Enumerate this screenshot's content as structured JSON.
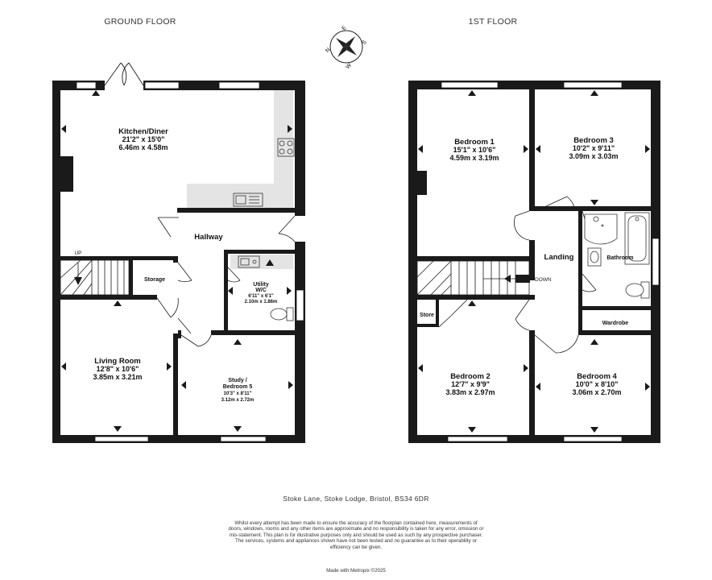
{
  "floors": {
    "ground": {
      "title": "GROUND FLOOR"
    },
    "first": {
      "title": "1ST FLOOR"
    }
  },
  "compass": {
    "labels": [
      "N",
      "E",
      "S",
      "W"
    ]
  },
  "rooms": {
    "kitchen": {
      "name": "Kitchen/Diner",
      "imperial": "21'2\"  x 15'0\"",
      "metric": "6.46m  x 4.58m"
    },
    "hallway": {
      "name": "Hallway"
    },
    "storage": {
      "name": "Storage"
    },
    "utility": {
      "name": "Utility",
      "name2": "W/C",
      "imperial": "6'11\"  x 6'1\"",
      "metric": "2.10m  x 1.86m"
    },
    "living": {
      "name": "Living Room",
      "imperial": "12'8\"  x 10'6\"",
      "metric": "3.85m  x 3.21m"
    },
    "study": {
      "name": "Study /",
      "name2": "Bedroom 5",
      "imperial": "10'3\"  x 8'11\"",
      "metric": "3.12m  x 2.72m"
    },
    "bed1": {
      "name": "Bedroom 1",
      "imperial": "15'1\"  x 10'6\"",
      "metric": "4.59m  x 3.19m"
    },
    "bed3": {
      "name": "Bedroom 3",
      "imperial": "10'2\"  x 9'11\"",
      "metric": "3.09m  x 3.03m"
    },
    "landing": {
      "name": "Landing"
    },
    "bathroom": {
      "name": "Bathroom"
    },
    "store": {
      "name": "Store"
    },
    "wardrobe": {
      "name": "Wardrobe"
    },
    "bed2": {
      "name": "Bedroom 2",
      "imperial": "12'7\"  x 9'9\"",
      "metric": "3.83m  x 2.97m"
    },
    "bed4": {
      "name": "Bedroom 4",
      "imperial": "10'0\"  x 8'10\"",
      "metric": "3.06m  x 2.70m"
    }
  },
  "stairs": {
    "up": "UP",
    "down": "DOWN"
  },
  "address": "Stoke Lane, Stoke Lodge, Bristol, BS34 6DR",
  "disclaimer": "Whilst every attempt has been made to ensure the accuracy of the floorplan contained here, measurements of doors, windows, rooms and any other items are approximate and no responsibility is taken for any error, omission or mis-statement. This plan is for illustrative purposes only and should be used as such by any prospective purchaser. The services, systems and appliances shown have not been tested and no guarantee as to their operability or efficiency can be given.",
  "credit": "Made with Metropix ©2025",
  "colors": {
    "wall": "#1a1a1a",
    "worktop": "#e4e4e4",
    "window": "#ffffff"
  }
}
